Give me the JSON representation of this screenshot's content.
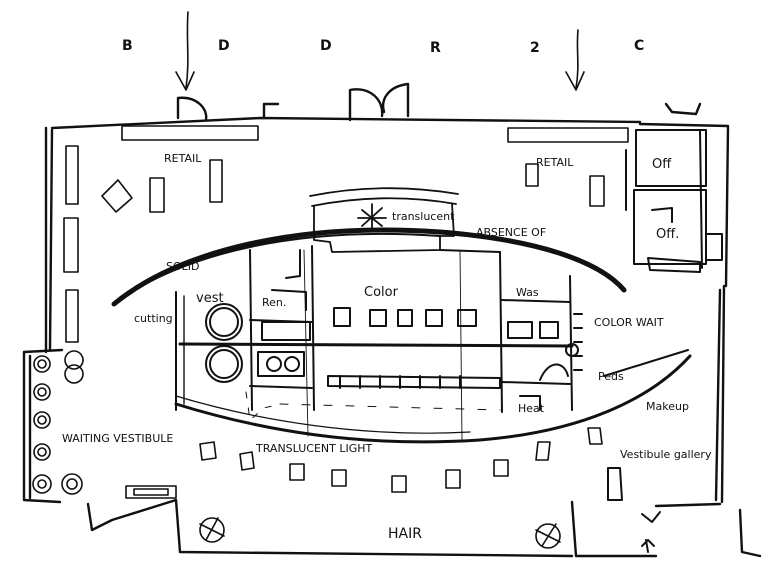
{
  "colors": {
    "ink": "#111111",
    "paper": "#ffffff"
  },
  "top_markers": [
    "B",
    "D",
    "D",
    "R",
    "2",
    "C"
  ],
  "labels": {
    "retail_left": "RETAIL",
    "retail_right": "RETAIL",
    "office": "Off",
    "office2": "Off.",
    "translucent": "translucent",
    "absence_of": "ABSENCE OF",
    "solid": "SOLID",
    "vest": "vest",
    "cutting": "cutting",
    "ren": "Ren.",
    "color": "Color",
    "wash": "Was",
    "color_wait": "COLOR WAIT",
    "peds": "Peds",
    "heat": "Heat",
    "makeup": "Makeup",
    "waiting_vestibule": "WAITING VESTIBULE",
    "translucent_light": "TRANSLUCENT LIGHT",
    "vestibule_gallery": "Vestibule gallery",
    "hair": "HAIR"
  },
  "icons": [
    "entry-arrow-icon",
    "plant-icon",
    "styling-chair-icon",
    "sink-icon"
  ]
}
